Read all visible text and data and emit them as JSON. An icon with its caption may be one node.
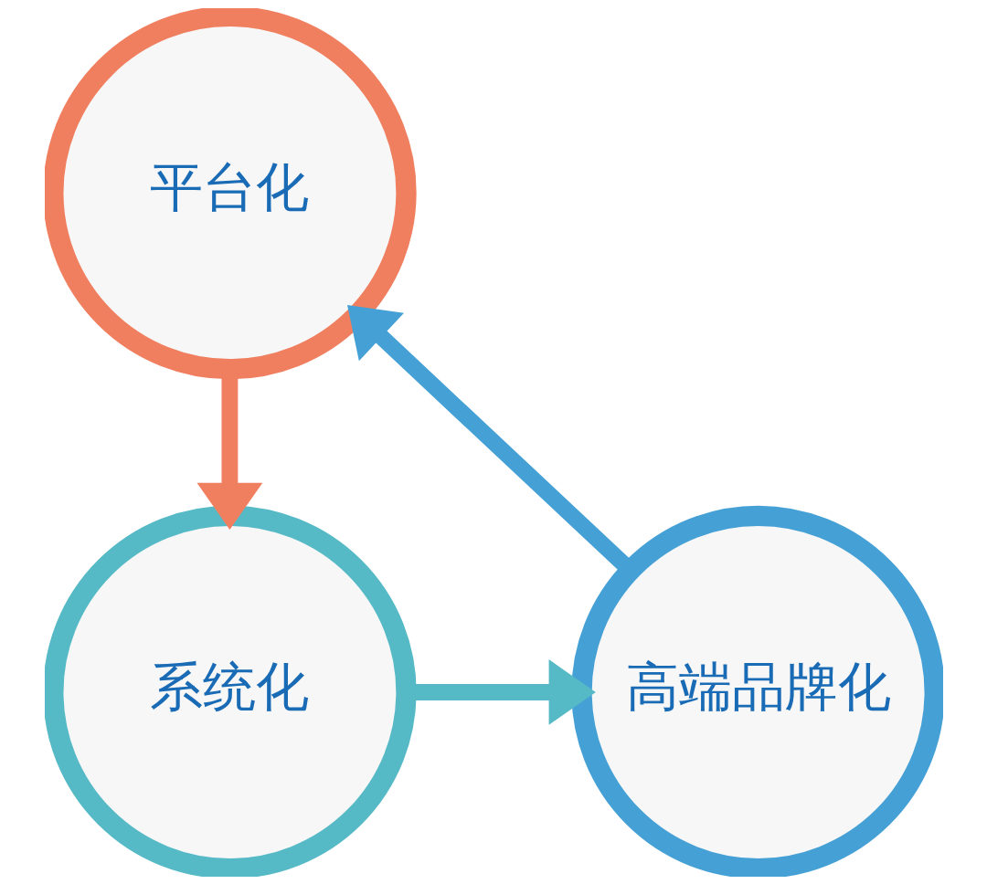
{
  "diagram": {
    "nodes": [
      {
        "text": [
          "平台化"
        ]
      },
      {
        "text": [
          "系统化"
        ]
      },
      {
        "text": [
          "高端品牌化"
        ]
      }
    ],
    "edges": [
      {
        "from": 0,
        "to": 1,
        "arrow": "to",
        "color": "#f07f5f"
      },
      {
        "from": 1,
        "to": 2,
        "arrow": "to",
        "color": "#55b9c6"
      },
      {
        "from": 2,
        "to": 0,
        "arrow": "to",
        "color": "#45a0d6"
      }
    ]
  }
}
